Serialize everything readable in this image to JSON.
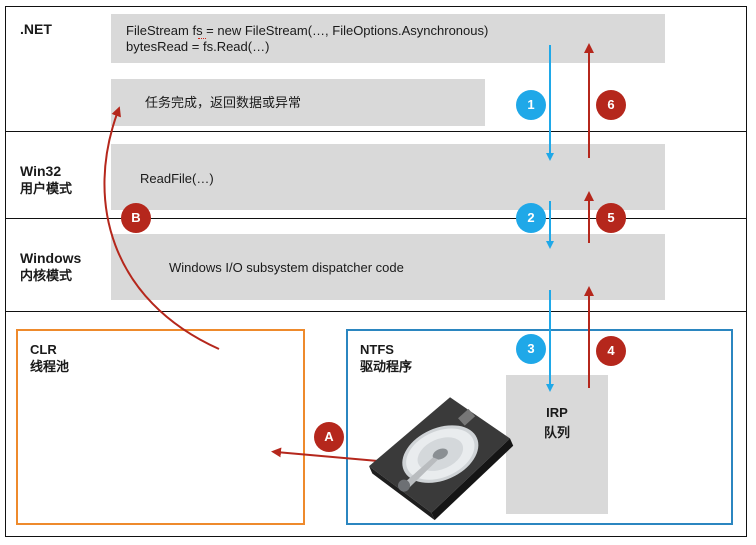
{
  "layers": {
    "net": {
      "title": ".NET"
    },
    "win32": {
      "title": "Win32",
      "sub": "用户模式"
    },
    "windows": {
      "title": "Windows",
      "sub": "内核模式"
    }
  },
  "boxes": {
    "net_code_line1": "FileStream fs = new FileStream(…, FileOptions.Asynchronous)",
    "net_code_line2": "bytesRead = fs.Read(…)",
    "task_done": "任务完成，返回数据或异常",
    "readfile": "ReadFile(…)",
    "dispatcher": "Windows I/O subsystem dispatcher code"
  },
  "clr": {
    "line1": "CLR",
    "line2": "线程池"
  },
  "ntfs": {
    "line1": "NTFS",
    "line2": "驱动程序"
  },
  "irp": {
    "line1": "IRP",
    "line2": "队列"
  },
  "badges": {
    "b1": "1",
    "b2": "2",
    "b3": "3",
    "b4": "4",
    "b5": "5",
    "b6": "6",
    "bA": "A",
    "bB": "B"
  },
  "colors": {
    "blue_arrow": "#1fa8e8",
    "red_arrow": "#b5271c",
    "clr_border": "#ee8a2c",
    "ntfs_border": "#2b86c0",
    "box_fill": "#d9d9d9"
  },
  "icons": {
    "disk": "hard-disk-drive-icon"
  }
}
